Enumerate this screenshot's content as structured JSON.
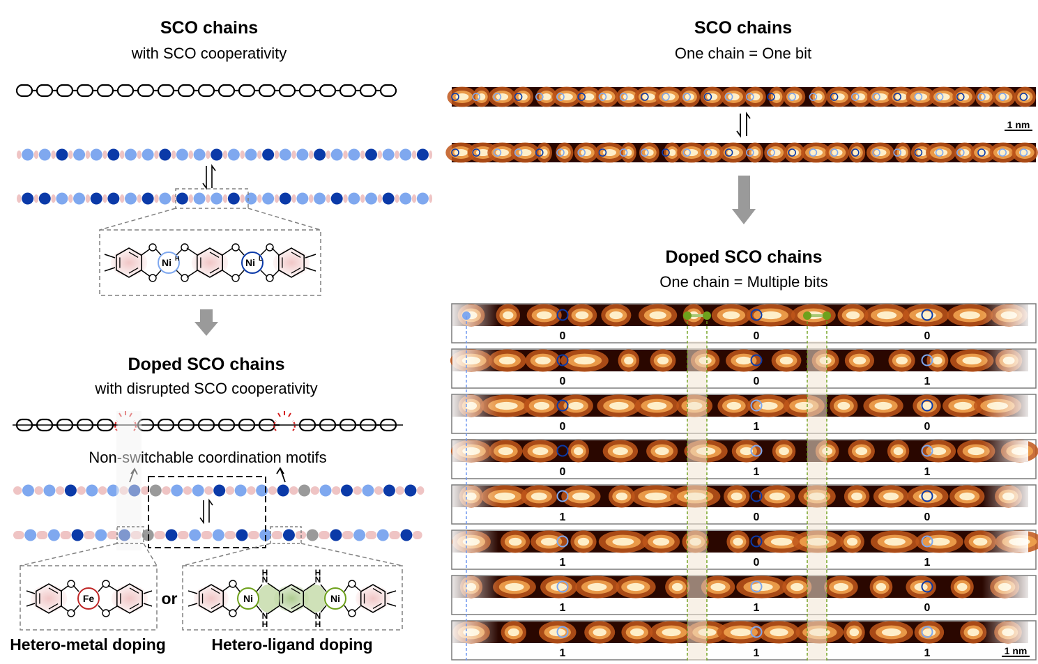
{
  "left": {
    "top_title": "SCO chains",
    "top_subtitle": "with SCO cooperativity",
    "doped_title": "Doped SCO chains",
    "doped_subtitle": "with disrupted SCO cooperativity",
    "motif_label": "Non-switchable coordination motifs",
    "metal_ni_high": "Ni",
    "metal_ni_high_sup": "H",
    "metal_ni_low": "Ni",
    "metal_ni_low_sup": "L",
    "metal_fe": "Fe",
    "metal_ni": "Ni",
    "amine_label": "H",
    "amine_n": "N",
    "or_label": "or",
    "hetero_metal_label": "Hetero-metal doping",
    "hetero_ligand_label": "Hetero-ligand doping",
    "chain_top_sequence": [
      "light",
      "light",
      "dark",
      "light",
      "light",
      "dark",
      "light",
      "light",
      "dark",
      "light",
      "light",
      "dark",
      "light",
      "light",
      "dark",
      "light",
      "light",
      "dark",
      "light",
      "light",
      "dark",
      "light",
      "light",
      "dark"
    ],
    "chain_bottom_sequence": [
      "dark",
      "dark",
      "light",
      "light",
      "dark",
      "dark",
      "light",
      "dark",
      "light",
      "dark",
      "light",
      "light",
      "dark",
      "light",
      "light",
      "dark",
      "light",
      "light",
      "dark",
      "light",
      "light",
      "dark",
      "light",
      "light"
    ],
    "doped_chain_top_sequence": [
      "light",
      "light",
      "dark",
      "light",
      "light",
      "dark",
      "gray",
      "light",
      "light",
      "dark",
      "light",
      "light",
      "dark",
      "gray",
      "light",
      "dark",
      "light",
      "dark",
      "dark"
    ],
    "doped_chain_bottom_sequence": [
      "light",
      "light",
      "dark",
      "light",
      "dark",
      "gray",
      "dark",
      "light",
      "light",
      "dark",
      "light",
      "dark",
      "gray",
      "dark",
      "light",
      "light",
      "dark"
    ]
  },
  "right": {
    "top_title": "SCO chains",
    "top_subtitle": "One chain = One bit",
    "doped_title": "Doped SCO chains",
    "doped_subtitle": "One chain = Multiple bits",
    "scale_bar_top": "1 nm",
    "scale_bar_bottom": "1 nm",
    "stm_rows_bits": [
      [
        "0",
        "0",
        "0"
      ],
      [
        "0",
        "0",
        "1"
      ],
      [
        "0",
        "1",
        "0"
      ],
      [
        "0",
        "1",
        "1"
      ],
      [
        "1",
        "0",
        "0"
      ],
      [
        "1",
        "0",
        "1"
      ],
      [
        "1",
        "1",
        "0"
      ],
      [
        "1",
        "1",
        "1"
      ]
    ]
  },
  "colors": {
    "light_blue": "#7fa8ef",
    "dark_blue": "#0b3aa8",
    "pink": "#efc4c4",
    "gray": "#9a9a9a",
    "stm_dark": "#2a0700",
    "stm_mid": "#c0561a",
    "stm_bright": "#fff3d2",
    "green": "#6ea11c",
    "red": "#d42020"
  }
}
